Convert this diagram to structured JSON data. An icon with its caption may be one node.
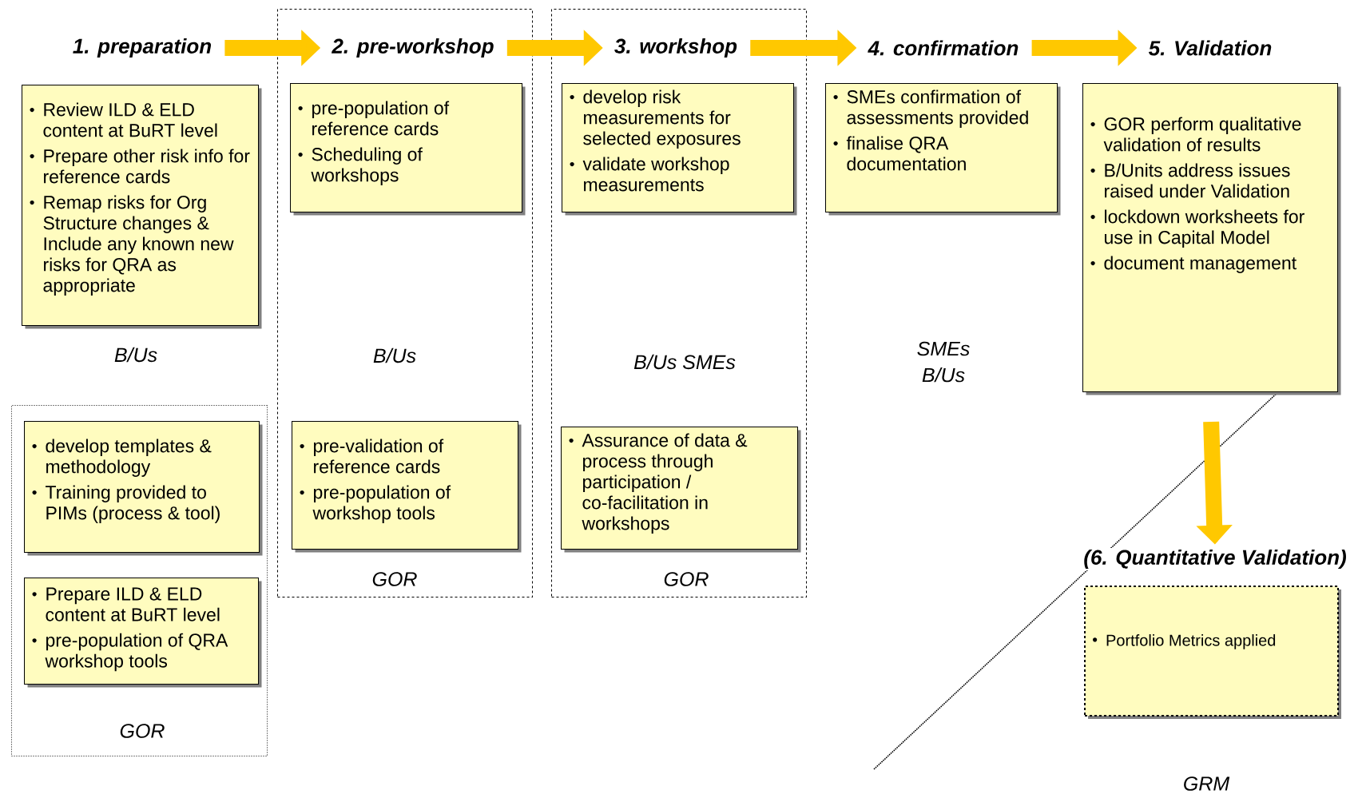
{
  "diagram": {
    "nodes": [
      {
        "text": [
          "1. preparation"
        ]
      },
      {
        "text": [
          "Review ILD & ELD content at BuRT level",
          "Prepare other risk info for reference cards",
          "Remap risks for Org Structure changes & Include any known new risks for QRA as appropriate"
        ],
        "beside": [
          "B/Us"
        ]
      },
      {
        "text": [
          "GOR"
        ]
      },
      {
        "text": [
          "develop templates & methodology",
          "Training provided to PIMs (process & tool)"
        ],
        "in": 2
      },
      {
        "text": [
          "Prepare ILD & ELD content at BuRT level",
          "pre-population of QRA workshop tools"
        ],
        "in": 2
      },
      {
        "text": [
          "B/Us",
          "GOR"
        ]
      },
      {
        "text": [
          "2. pre-workshop"
        ],
        "in": 5
      },
      {
        "text": [
          "pre-population of reference cards",
          "Scheduling of workshops"
        ],
        "in": 5
      },
      {
        "text": [
          "pre-validation of reference cards",
          "pre-population of workshop tools"
        ],
        "in": 5
      },
      {
        "text": [
          "B/Us SMEs",
          "GOR"
        ]
      },
      {
        "text": [
          "3. workshop"
        ],
        "in": 9
      },
      {
        "text": [
          "develop risk measurements for selected exposures",
          "validate workshop measurements"
        ],
        "in": 9
      },
      {
        "text": [
          "Assurance of data & process through participation / co-facilitation in workshops"
        ],
        "in": 9
      },
      {
        "text": [
          "4. confirmation"
        ]
      },
      {
        "text": [
          "SMEs confirmation of assessments provided",
          "finalise QRA documentation"
        ]
      },
      {
        "text": [
          "5. Validation"
        ]
      },
      {
        "text": [
          "GOR perform qualitative validation of results",
          "B/Units address issues raised under Validation",
          "lockdown worksheets for use in Capital Model",
          "document management"
        ]
      },
      {
        "text": [
          "(6. Quantitative Validation)"
        ]
      },
      {
        "text": [
          "Portfolio Metrics applied"
        ],
        "beside": [
          "GRM"
        ]
      }
    ],
    "edges": [
      {
        "from": 0,
        "to": 6,
        "arrow": "to"
      },
      {
        "from": 6,
        "to": 10,
        "arrow": "to"
      },
      {
        "from": 10,
        "to": 13,
        "arrow": "to"
      },
      {
        "from": 13,
        "to": 15,
        "arrow": "to"
      },
      {
        "from": 16,
        "to": 17,
        "arrow": "to"
      }
    ],
    "labels": [
      "SMEs B/Us"
    ]
  }
}
